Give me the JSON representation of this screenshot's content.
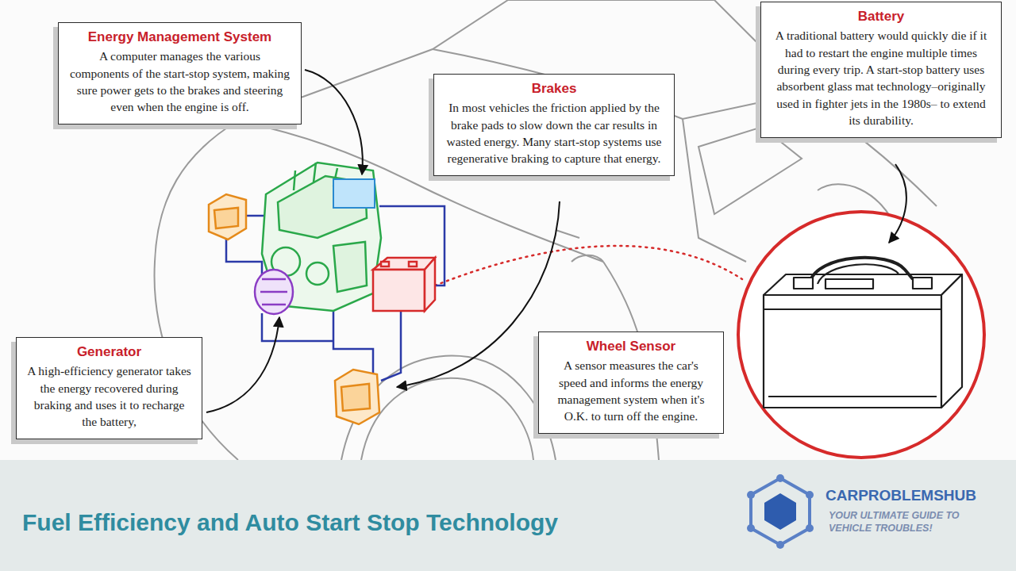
{
  "diagram": {
    "title": "Fuel Efficiency and Auto Start Stop Technology",
    "nodes": [
      {
        "text": [
          "Energy Management System",
          "A computer manages the various components of the start-stop system, making sure power gets to the brakes and steering even when the engine is off."
        ]
      },
      {
        "text": [
          "Brakes",
          "In most vehicles the friction applied by the brake pads to slow down the car results in wasted energy. Many start-stop systems use regenerative braking to capture that energy."
        ]
      },
      {
        "text": [
          "Battery",
          "A traditional battery would quickly die if it had to restart the engine multiple times during every trip. A start-stop battery uses absorbent glass mat technology–originally used in fighter jets in the 1980s– to extend its durability."
        ]
      },
      {
        "text": [
          "Generator",
          "A high-efficiency generator takes the energy recovered during braking and uses it to recharge the battery,"
        ]
      },
      {
        "text": [
          "Wheel Sensor",
          "A sensor measures the car's speed and informs the energy management system when it's O.K. to turn off the engine."
        ]
      }
    ],
    "labels": [
      "CARPROBLEMSHUB",
      "YOUR ULTIMATE GUIDE TO VEHICLE TROUBLES!"
    ]
  }
}
